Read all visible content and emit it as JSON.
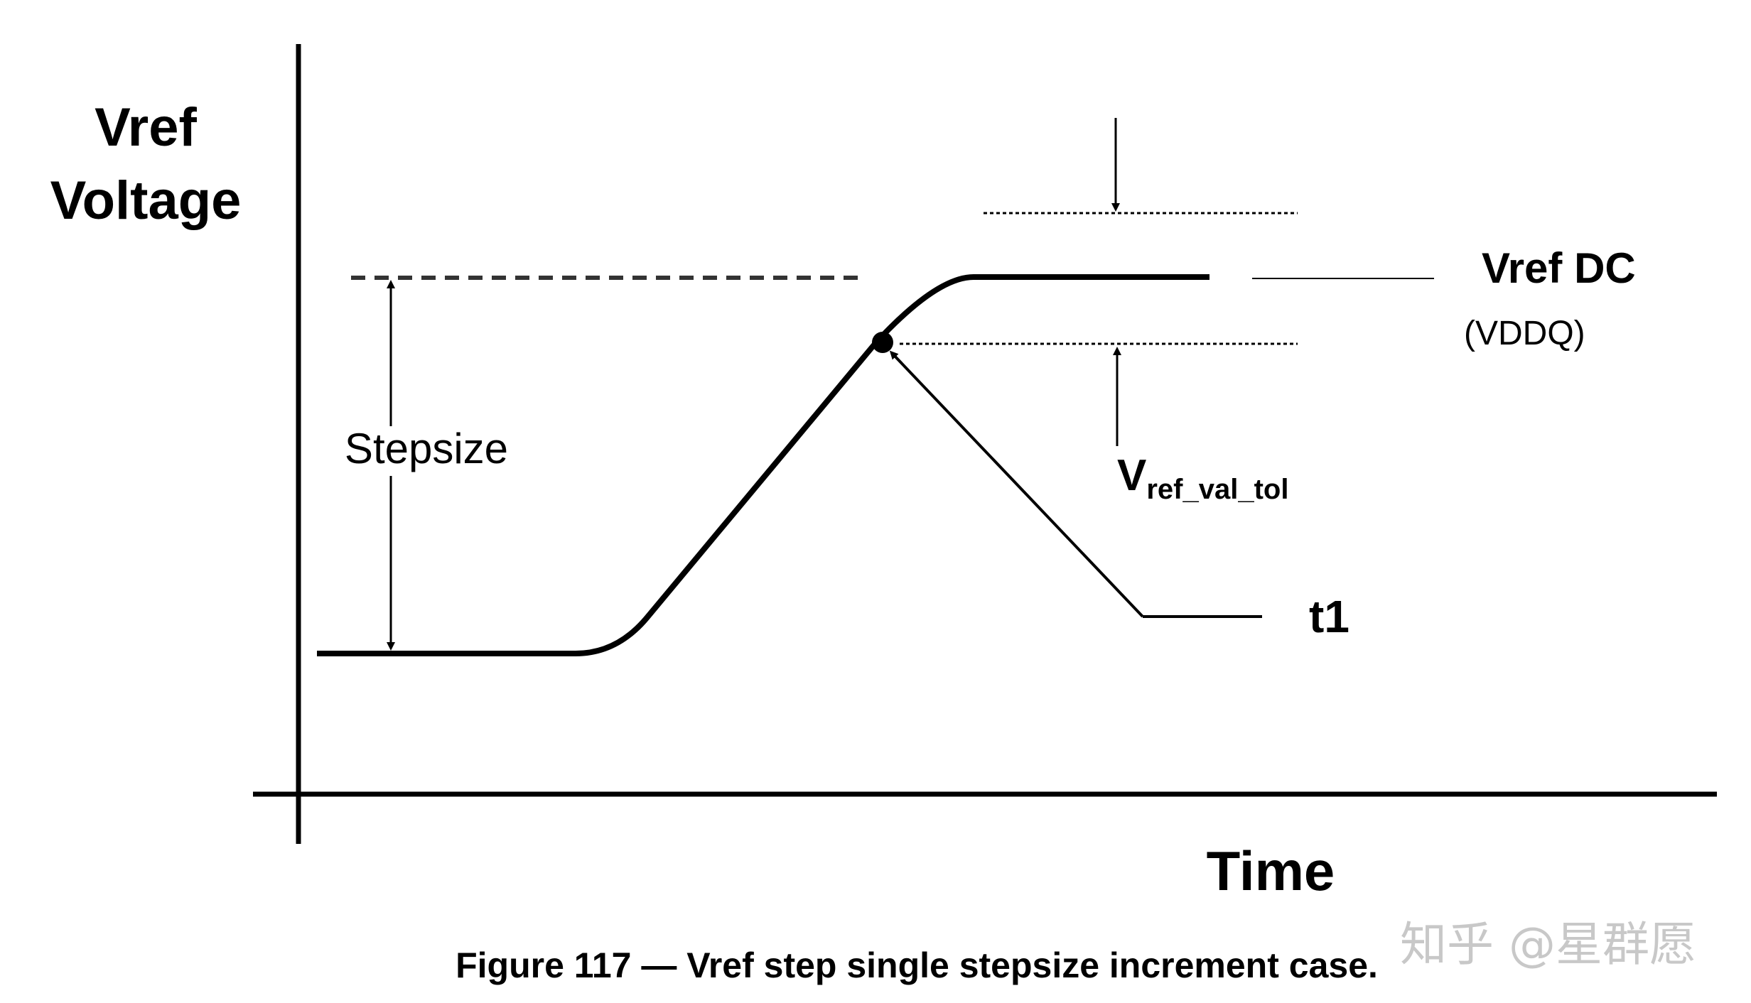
{
  "diagram": {
    "y_axis_label_line1": "Vref",
    "y_axis_label_line2": "Voltage",
    "x_axis_label": "Time",
    "stepsize_label": "Stepsize",
    "vref_dc_label": "Vref DC",
    "vddq_label": "(VDDQ)",
    "tol_label_main": "V",
    "tol_label_sub": "ref_val_tol",
    "t1_label": "t1",
    "caption": "Figure 117 — Vref step single stepsize increment case.",
    "watermark": "知乎 @星群愿"
  }
}
